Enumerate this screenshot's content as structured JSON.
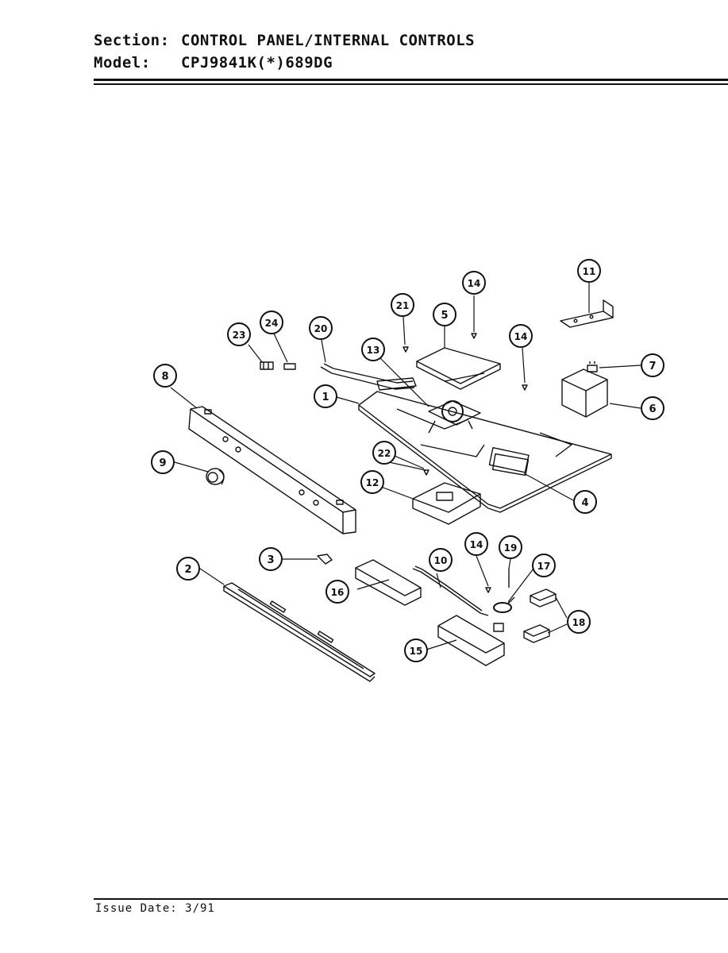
{
  "header": {
    "section_label": "Section:",
    "section_value": "CONTROL PANEL/INTERNAL CONTROLS",
    "model_label": "Model:",
    "model_value": "CPJ9841K(*)689DG"
  },
  "callouts": [
    {
      "id": "c1",
      "num": "1"
    },
    {
      "id": "c2",
      "num": "2"
    },
    {
      "id": "c3",
      "num": "3"
    },
    {
      "id": "c4",
      "num": "4"
    },
    {
      "id": "c5",
      "num": "5"
    },
    {
      "id": "c6",
      "num": "6"
    },
    {
      "id": "c7",
      "num": "7"
    },
    {
      "id": "c8",
      "num": "8"
    },
    {
      "id": "c9",
      "num": "9"
    },
    {
      "id": "c10",
      "num": "10"
    },
    {
      "id": "c11",
      "num": "11"
    },
    {
      "id": "c12",
      "num": "12"
    },
    {
      "id": "c13",
      "num": "13"
    },
    {
      "id": "c14a",
      "num": "14"
    },
    {
      "id": "c14b",
      "num": "14"
    },
    {
      "id": "c14c",
      "num": "14"
    },
    {
      "id": "c15",
      "num": "15"
    },
    {
      "id": "c16",
      "num": "16"
    },
    {
      "id": "c17",
      "num": "17"
    },
    {
      "id": "c18",
      "num": "18"
    },
    {
      "id": "c19",
      "num": "19"
    },
    {
      "id": "c20",
      "num": "20"
    },
    {
      "id": "c21",
      "num": "21"
    },
    {
      "id": "c22",
      "num": "22"
    },
    {
      "id": "c23",
      "num": "23"
    },
    {
      "id": "c24",
      "num": "24"
    }
  ],
  "footer": {
    "issue_date": "Issue Date: 3/91"
  }
}
